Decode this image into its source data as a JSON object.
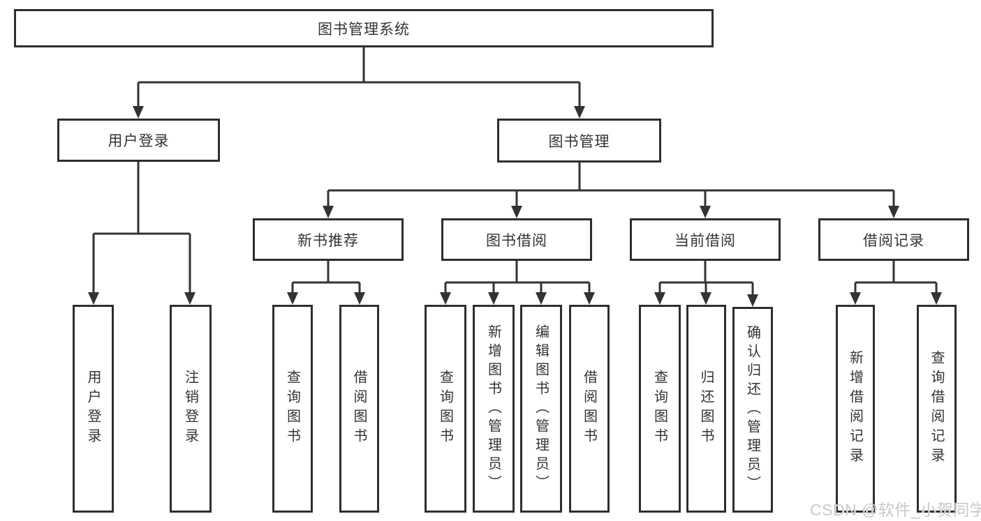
{
  "diagram": {
    "root": "图书管理系统",
    "level2": {
      "user_login": "用户登录",
      "book_management": "图书管理"
    },
    "level3": {
      "new_books": "新书推荐",
      "book_borrowing": "图书借阅",
      "current_borrowing": "当前借阅",
      "borrow_records": "借阅记录"
    },
    "leaves": {
      "user_login": [
        "用户登录",
        "注销登录"
      ],
      "new_books": [
        "查询图书",
        "借阅图书"
      ],
      "book_borrowing": [
        "查询图书",
        "新增图书（管理员）",
        "编辑图书（管理员）",
        "借阅图书"
      ],
      "current_borrowing": [
        "查询图书",
        "归还图书",
        "确认归还（管理员）"
      ],
      "borrow_records": [
        "新增借阅记录",
        "查询借阅记录"
      ]
    }
  },
  "watermark": "CSDN @软件_小贺同学",
  "colors": {
    "line": "#333333",
    "border": "#2e2e2e",
    "text": "#333333",
    "watermark": "#c6c6c6",
    "background": "#ffffff"
  }
}
